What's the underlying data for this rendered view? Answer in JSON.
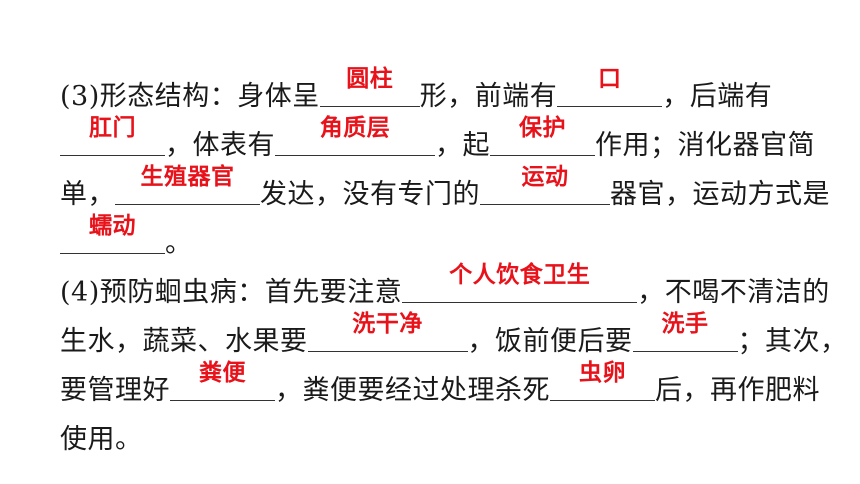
{
  "colors": {
    "text": "#1a1a1a",
    "answer": "#e8121b"
  },
  "line1": {
    "t1": "(3)形态结构：身体呈",
    "a1": "圆柱",
    "t2": "形，前端有",
    "a2": "口",
    "t3": "，后端有"
  },
  "line2": {
    "a1": "肛门",
    "t1": "，体表有",
    "a2": "角质层",
    "t2": "，起",
    "a3": "保护",
    "t3": "作用；消化器官简"
  },
  "line3": {
    "t1": "单，",
    "a1": "生殖器官",
    "t2": "发达，没有专门的",
    "a2": "运动",
    "t3": "器官，运动方式是"
  },
  "line4": {
    "a1": "蠕动",
    "t1": "。"
  },
  "line5": {
    "t1": "(4)预防蛔虫病：首先要注意",
    "a1": "个人饮食卫生",
    "t2": "，不喝不清洁的"
  },
  "line6": {
    "t1": "生水，蔬菜、水果要",
    "a1": "洗干净",
    "t2": "，饭前便后要",
    "a2": "洗手",
    "t3": "；其次，"
  },
  "line7": {
    "t1": "要管理好",
    "a1": "粪便",
    "t2": "，粪便要经过处理杀死",
    "a2": "虫卵",
    "t3": "后，再作肥料"
  },
  "line8": {
    "t1": "使用。"
  }
}
